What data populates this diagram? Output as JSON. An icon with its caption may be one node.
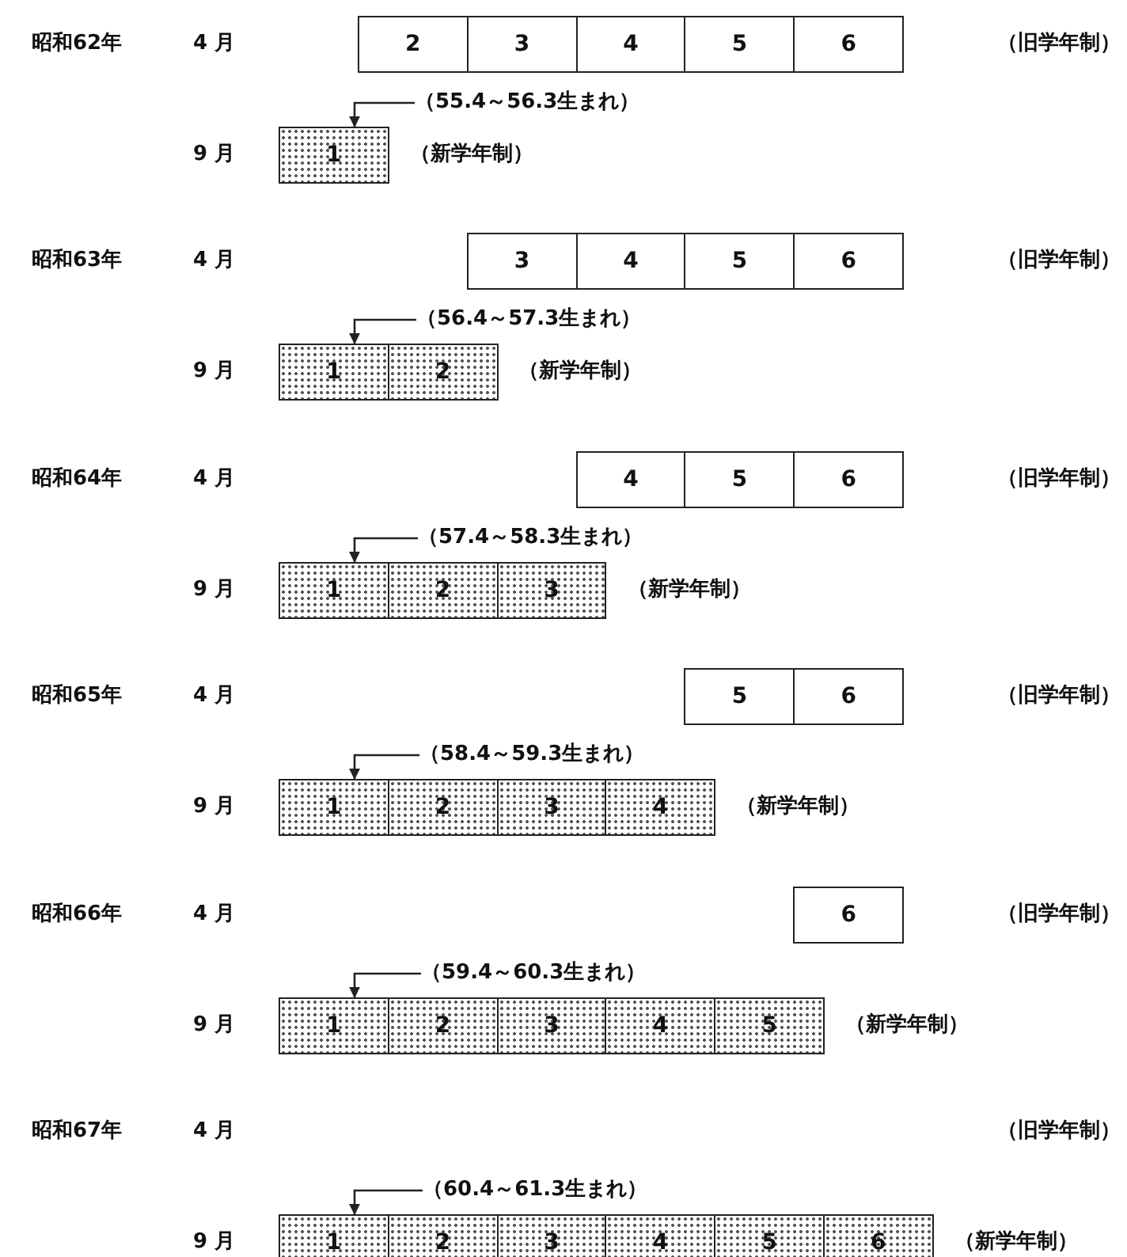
{
  "diagram": {
    "nodes": [
      {
        "text": [
          "2"
        ]
      },
      {
        "text": [
          "3"
        ]
      },
      {
        "text": [
          "4"
        ]
      },
      {
        "text": [
          "5"
        ]
      },
      {
        "text": [
          "6"
        ]
      },
      {
        "text": [
          "（55.4～56.3生まれ）"
        ]
      },
      {
        "text": [
          "1"
        ]
      },
      {
        "text": [
          "3"
        ]
      },
      {
        "text": [
          "4"
        ]
      },
      {
        "text": [
          "5"
        ]
      },
      {
        "text": [
          "6"
        ]
      },
      {
        "text": [
          "（56.4～57.3生まれ）"
        ]
      },
      {
        "text": [
          "1"
        ]
      },
      {
        "text": [
          "2"
        ]
      },
      {
        "text": [
          "4"
        ]
      },
      {
        "text": [
          "5"
        ]
      },
      {
        "text": [
          "6"
        ]
      },
      {
        "text": [
          "（57.4～58.3生まれ）"
        ]
      },
      {
        "text": [
          "1"
        ]
      },
      {
        "text": [
          "2"
        ]
      },
      {
        "text": [
          "3"
        ]
      },
      {
        "text": [
          "5"
        ]
      },
      {
        "text": [
          "6"
        ]
      },
      {
        "text": [
          "（58.4～59.3生まれ）"
        ]
      },
      {
        "text": [
          "1"
        ]
      },
      {
        "text": [
          "2"
        ]
      },
      {
        "text": [
          "3"
        ]
      },
      {
        "text": [
          "4"
        ]
      },
      {
        "text": [
          "6"
        ]
      },
      {
        "text": [
          "（59.4～60.3生まれ）"
        ]
      },
      {
        "text": [
          "1"
        ]
      },
      {
        "text": [
          "2"
        ]
      },
      {
        "text": [
          "3"
        ]
      },
      {
        "text": [
          "4"
        ]
      },
      {
        "text": [
          "5"
        ]
      },
      {
        "text": [
          "（60.4～61.3生まれ）"
        ]
      },
      {
        "text": [
          "1"
        ]
      },
      {
        "text": [
          "2"
        ]
      },
      {
        "text": [
          "3"
        ]
      },
      {
        "text": [
          "4"
        ]
      },
      {
        "text": [
          "5"
        ]
      },
      {
        "text": [
          "6"
        ]
      }
    ],
    "edges": [
      {
        "from": 5,
        "to": 6,
        "arrow": "to"
      },
      {
        "from": 11,
        "to": 12,
        "arrow": "to"
      },
      {
        "from": 17,
        "to": 18,
        "arrow": "to"
      },
      {
        "from": 23,
        "to": 24,
        "arrow": "to"
      },
      {
        "from": 29,
        "to": 30,
        "arrow": "to"
      },
      {
        "from": 35,
        "to": 36,
        "arrow": "to"
      }
    ],
    "labels": [
      "昭和62年",
      "4 月",
      "（旧学年制）",
      "9 月",
      "（新学年制）",
      "昭和63年",
      "4 月",
      "（旧学年制）",
      "9 月",
      "（新学年制）",
      "昭和64年",
      "4 月",
      "（旧学年制）",
      "9 月",
      "（新学年制）",
      "昭和65年",
      "4 月",
      "（旧学年制）",
      "9 月",
      "（新学年制）",
      "昭和66年",
      "4 月",
      "（旧学年制）",
      "9 月",
      "（新学年制）",
      "昭和67年",
      "4 月",
      "（旧学年制）",
      "9 月",
      "（新学年制）"
    ]
  }
}
